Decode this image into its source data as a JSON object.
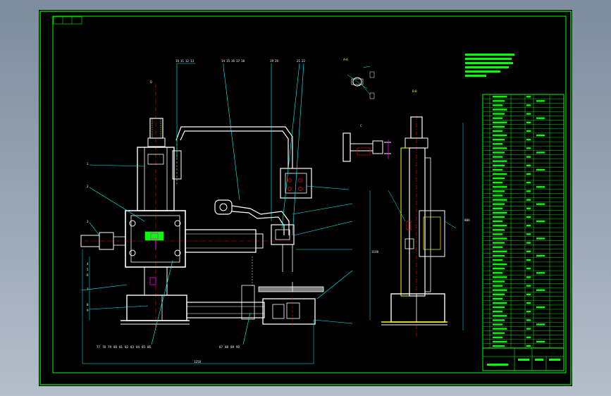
{
  "viewer": {
    "background_color": "#000000",
    "frame_color": "#00ff00",
    "accent_colors": {
      "outline": "#ffffff",
      "centerline": "#ff0000",
      "leader": "#00ffff",
      "hidden": "#ffff00",
      "highlight": "#00ff00",
      "magenta": "#ff00ff"
    }
  },
  "drawing": {
    "part_numbers_top": [
      "10",
      "11",
      "12",
      "13",
      "14",
      "15",
      "16",
      "17",
      "18",
      "19",
      "20",
      "21",
      "22"
    ],
    "part_numbers_bottom": [
      "77",
      "78",
      "79",
      "80",
      "81",
      "82",
      "83",
      "84",
      "85",
      "86",
      "87",
      "88",
      "89",
      "90"
    ],
    "part_numbers_left": [
      "1",
      "2",
      "3",
      "4",
      "5",
      "6",
      "7",
      "8",
      "9"
    ],
    "section_marks": [
      "A-A",
      "B-B",
      "C",
      "D"
    ],
    "dimension_overall": "1250",
    "dimension_height": "1100",
    "dimension_side": "880"
  }
}
